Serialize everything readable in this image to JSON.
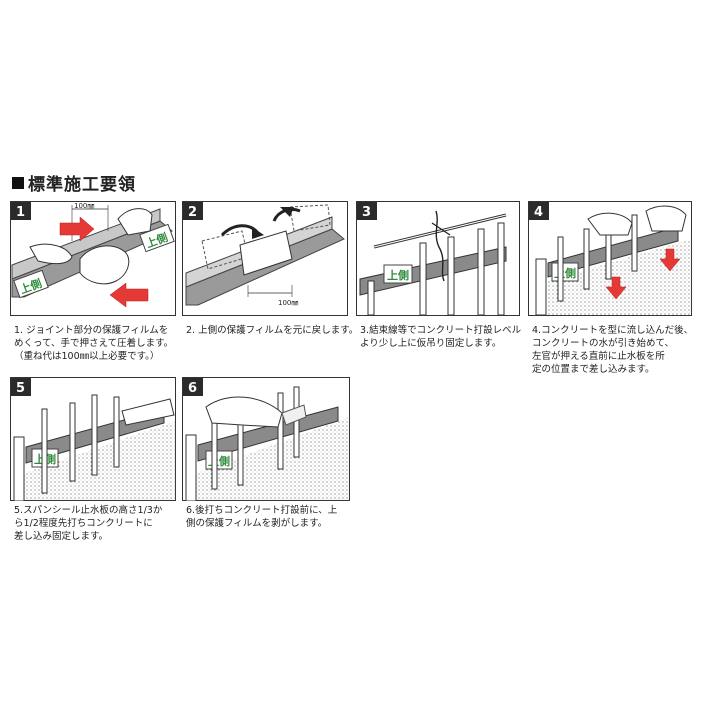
{
  "title": "標準施工要領",
  "side_label": "上側",
  "dimension_label": "100㎜",
  "steps": [
    {
      "number": "1",
      "lines": [
        "1. ジョイント部分の保護フィルムを",
        "めくって、手で押さえて圧着します。",
        "（重ね代は100㎜以上必要です。）"
      ]
    },
    {
      "number": "2",
      "lines": [
        "2. 上側の保護フィルムを元に戻します。"
      ]
    },
    {
      "number": "3",
      "lines": [
        "3.結束線等でコンクリート打設レベル",
        "より少し上に仮吊り固定します。"
      ]
    },
    {
      "number": "4",
      "lines": [
        "4.コンクリートを型に流し込んだ後、",
        "コンクリートの水が引き始めて、",
        "左官が押える直前に止水板を所",
        "定の位置まで差し込みます。"
      ]
    },
    {
      "number": "5",
      "lines": [
        "5.スパンシール止水板の高さ1/3か",
        "ら1/2程度先打ちコンクリートに",
        "差し込み固定します。"
      ]
    },
    {
      "number": "6",
      "lines": [
        "6.後打ちコンクリート打設前に、上",
        "側の保護フィルムを剥がします。"
      ]
    }
  ],
  "colors": {
    "arrow": "#e53935",
    "label_green": "#2e8b3a",
    "badge": "#2b2b2b",
    "board": "#8a8a8a"
  }
}
